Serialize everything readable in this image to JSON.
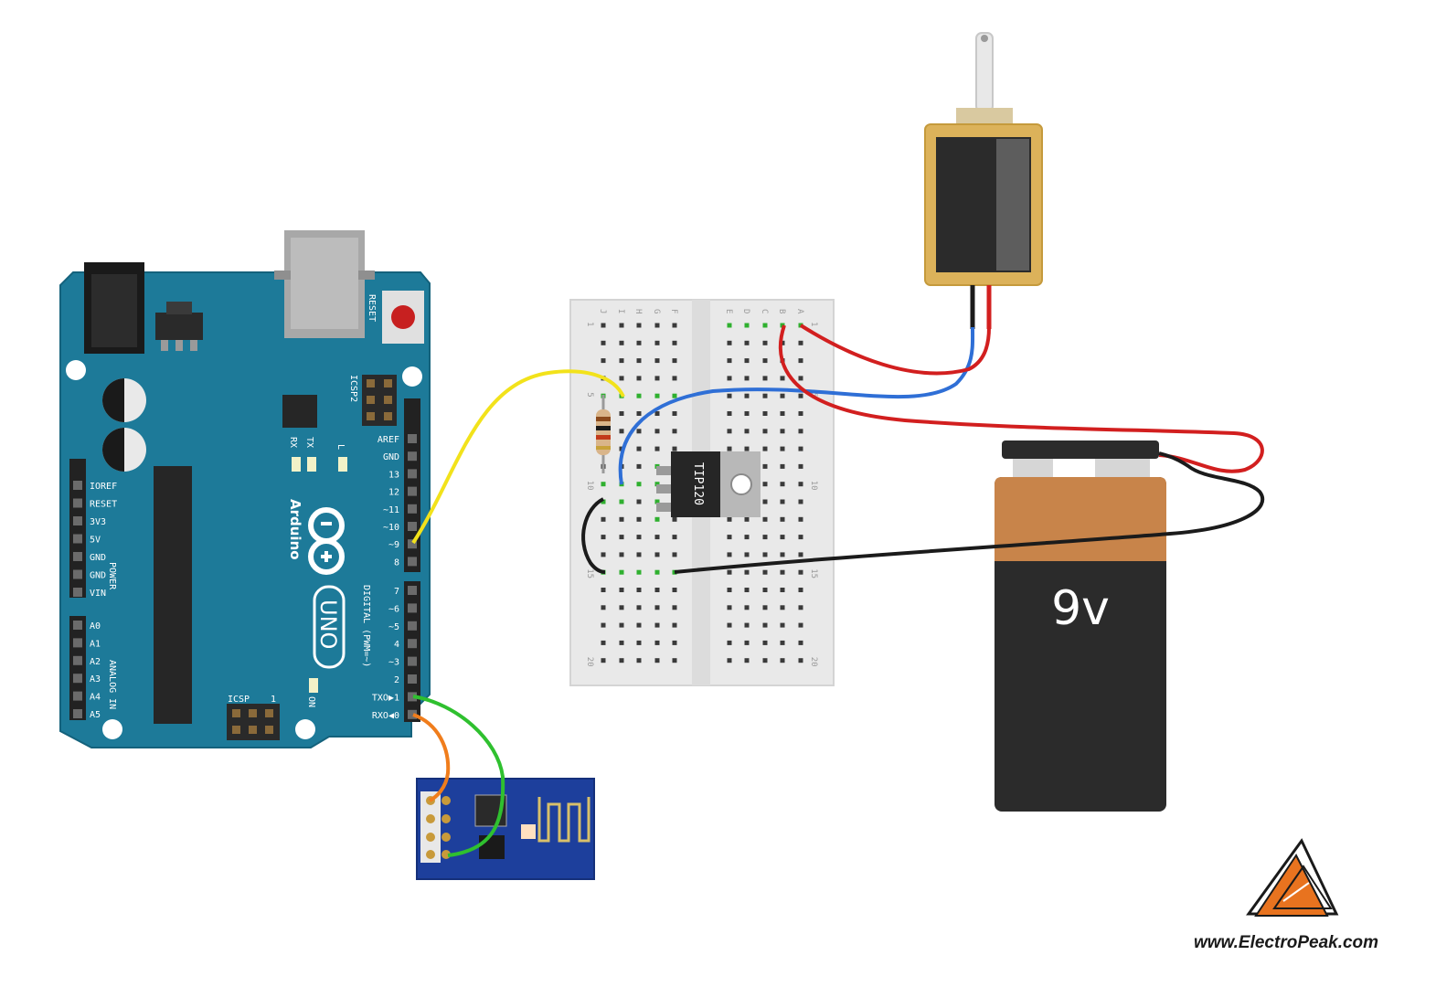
{
  "arduino": {
    "brand": "Arduino",
    "model": "UNO",
    "reset_label": "RESET",
    "icsp2_label": "ICSP2",
    "icsp_label": "ICSP",
    "icsp_pin1": "1",
    "tx_led": "TX",
    "rx_led": "RX",
    "l_led": "L",
    "on_led": "ON",
    "digital_label": "DIGITAL (PWM=~)",
    "power_label": "POWER",
    "analog_label": "ANALOG IN",
    "power_pins": [
      "IOREF",
      "RESET",
      "3V3",
      "5V",
      "GND",
      "GND",
      "VIN"
    ],
    "analog_pins": [
      "A0",
      "A1",
      "A2",
      "A3",
      "A4",
      "A5"
    ],
    "digital_top_pins": [
      "AREF",
      "GND",
      "13",
      "12",
      "~11",
      "~10",
      "~9",
      "8"
    ],
    "digital_bottom_pins": [
      "7",
      "~6",
      "~5",
      "4",
      "~3",
      "2",
      "TXO▶1",
      "RXO◀0"
    ]
  },
  "breadboard": {
    "left_rows": [
      "J",
      "I",
      "H",
      "G",
      "F"
    ],
    "right_rows": [
      "E",
      "D",
      "C",
      "B",
      "A"
    ],
    "row_numbers": [
      "1",
      "5",
      "10",
      "15",
      "20"
    ]
  },
  "transistor": {
    "label": "TIP120"
  },
  "battery": {
    "label": "9v"
  },
  "watermark": {
    "text": "www.ElectroPeak.com"
  },
  "colors": {
    "arduino_blue": "#1d7a99",
    "wire_yellow": "#f2e21b",
    "wire_blue": "#2f6fd6",
    "wire_red": "#d21f1f",
    "wire_black": "#1b1b1b",
    "wire_green": "#2fc02f",
    "wire_orange": "#f07d1c",
    "esp_blue": "#1d3f9c",
    "battery_copper": "#c8844a",
    "battery_black": "#2b2b2b",
    "solenoid_gold": "#dcb25a",
    "logo_orange": "#e8731f"
  },
  "icons": [
    "arduino-infinity-logo",
    "electropeak-triangle-logo",
    "wifi-antenna-trace"
  ]
}
